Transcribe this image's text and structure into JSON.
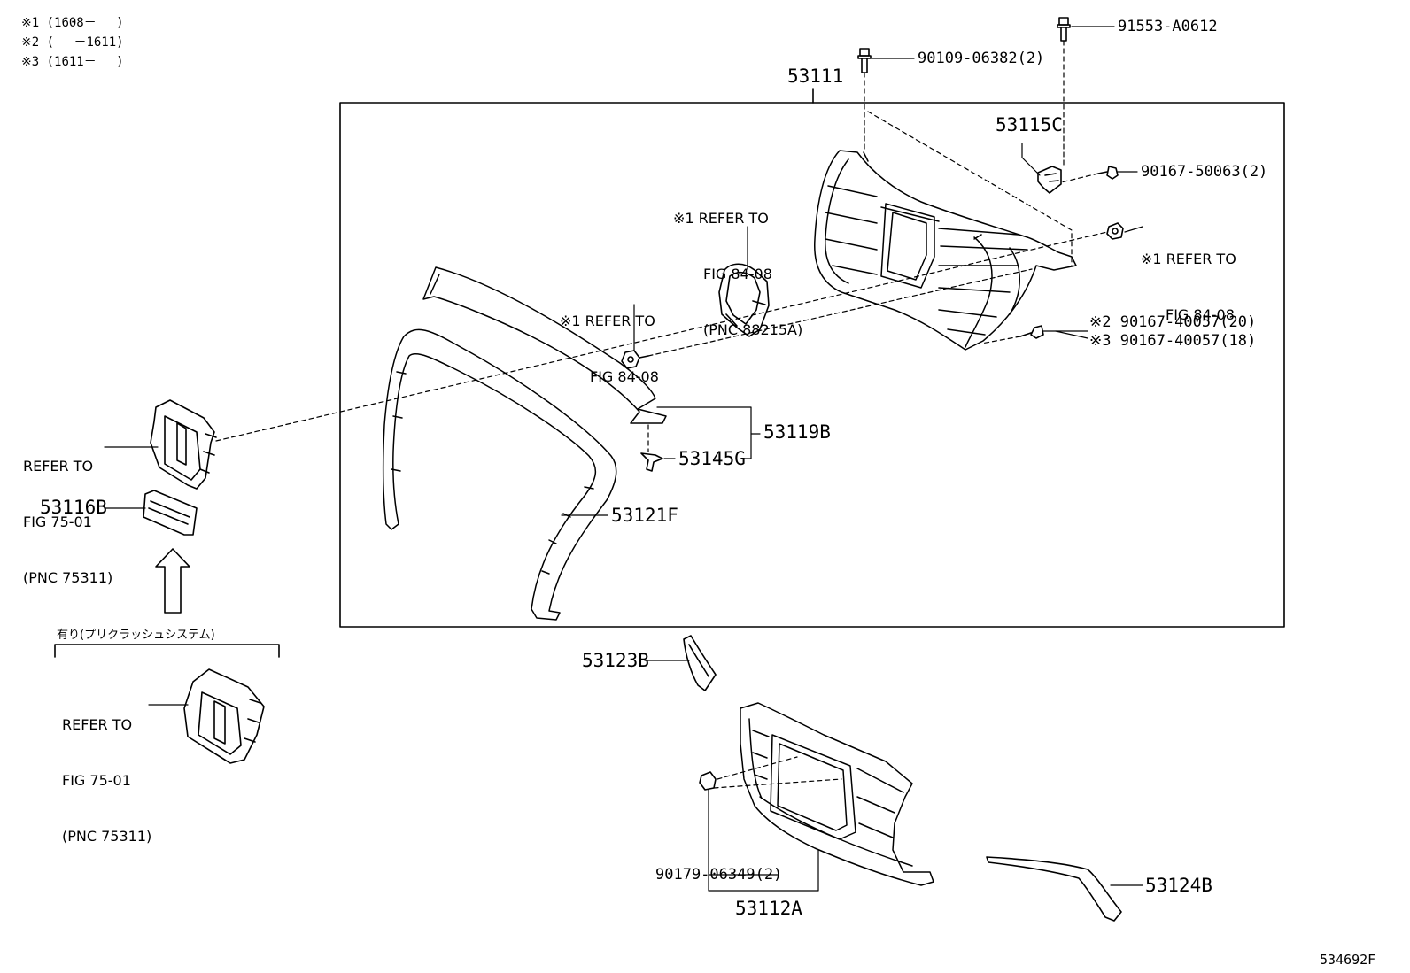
{
  "legend": {
    "note1": "※1 (1608－　 )",
    "note2": "※2 (　 －1611)",
    "note3": "※3 (1611－　 )"
  },
  "parts": {
    "assembly": "53111",
    "grille_lower": "53112A",
    "bracket": "53115C",
    "cover_small": "53116B",
    "molding_upper": "53119B",
    "molding_side": "53121F",
    "molding_piece": "53123B",
    "molding_bottom": "53124B",
    "clip": "53145G",
    "bolt_top_right": "91553-A0612",
    "bolt_top": "90109-06382(2)",
    "screw_right": "90167-50063(2)",
    "screw_a": "※2 90167-40057(20)",
    "screw_b": "※3 90167-40057(18)",
    "nut_lower": "90179-06349(2)"
  },
  "refs": {
    "ref_top": {
      "line1": "※1 REFER TO",
      "line2": "FIG 84-08",
      "line3": "(PNC 88215A)"
    },
    "ref_right": {
      "line1": "※1 REFER TO",
      "line2": "FIG 84-08"
    },
    "ref_mid": {
      "line1": "※1 REFER TO",
      "line2": "FIG 84-08"
    },
    "ref_left": {
      "line1": "REFER TO",
      "line2": "FIG 75-01",
      "line3": "(PNC 75311)"
    },
    "ref_bottom_left": {
      "line1": "REFER TO",
      "line2": "FIG 75-01",
      "line3": "(PNC 75311)"
    }
  },
  "option_label": "有り(プリクラッシュシステム)",
  "figure_id": "534692F"
}
